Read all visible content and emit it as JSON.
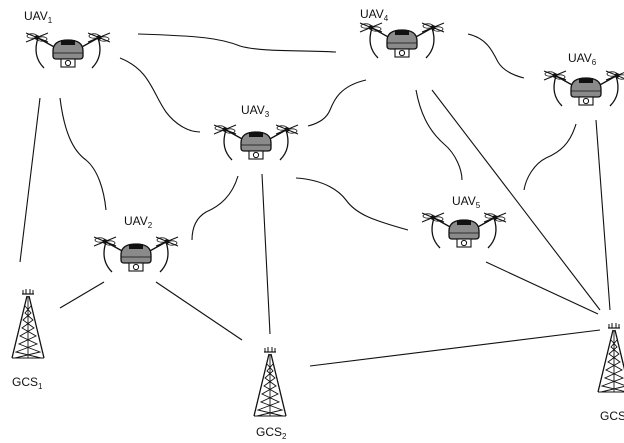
{
  "nodes": {
    "uav1": {
      "label": "UAV",
      "sub": "1"
    },
    "uav2": {
      "label": "UAV",
      "sub": "2"
    },
    "uav3": {
      "label": "UAV",
      "sub": "3"
    },
    "uav4": {
      "label": "UAV",
      "sub": "4"
    },
    "uav5": {
      "label": "UAV",
      "sub": "5"
    },
    "uav6": {
      "label": "UAV",
      "sub": "6"
    },
    "gcs1": {
      "label": "GCS",
      "sub": "1"
    },
    "gcs2": {
      "label": "GCS",
      "sub": "2"
    },
    "gcs3": {
      "label": "GCS",
      "sub": ""
    }
  },
  "links": [
    {
      "from": "uav1",
      "to": "uav4",
      "style": "curved"
    },
    {
      "from": "uav1",
      "to": "uav3",
      "style": "curved"
    },
    {
      "from": "uav1",
      "to": "uav2",
      "style": "curved"
    },
    {
      "from": "uav1",
      "to": "gcs1",
      "style": "straight"
    },
    {
      "from": "uav4",
      "to": "uav3",
      "style": "curved"
    },
    {
      "from": "uav4",
      "to": "uav6",
      "style": "curved"
    },
    {
      "from": "uav4",
      "to": "uav5",
      "style": "curved"
    },
    {
      "from": "uav4",
      "to": "gcs3",
      "style": "straight"
    },
    {
      "from": "uav3",
      "to": "uav2",
      "style": "curved"
    },
    {
      "from": "uav3",
      "to": "uav5",
      "style": "curved"
    },
    {
      "from": "uav3",
      "to": "gcs2",
      "style": "straight"
    },
    {
      "from": "uav6",
      "to": "uav5",
      "style": "curved"
    },
    {
      "from": "uav6",
      "to": "gcs3",
      "style": "straight"
    },
    {
      "from": "uav5",
      "to": "gcs3",
      "style": "straight"
    },
    {
      "from": "uav2",
      "to": "gcs1",
      "style": "straight"
    },
    {
      "from": "uav2",
      "to": "gcs2",
      "style": "straight"
    },
    {
      "from": "gcs2",
      "to": "gcs3",
      "style": "straight"
    }
  ],
  "icons": {
    "uav": "quadcopter-drone-icon",
    "gcs": "radio-tower-icon"
  }
}
